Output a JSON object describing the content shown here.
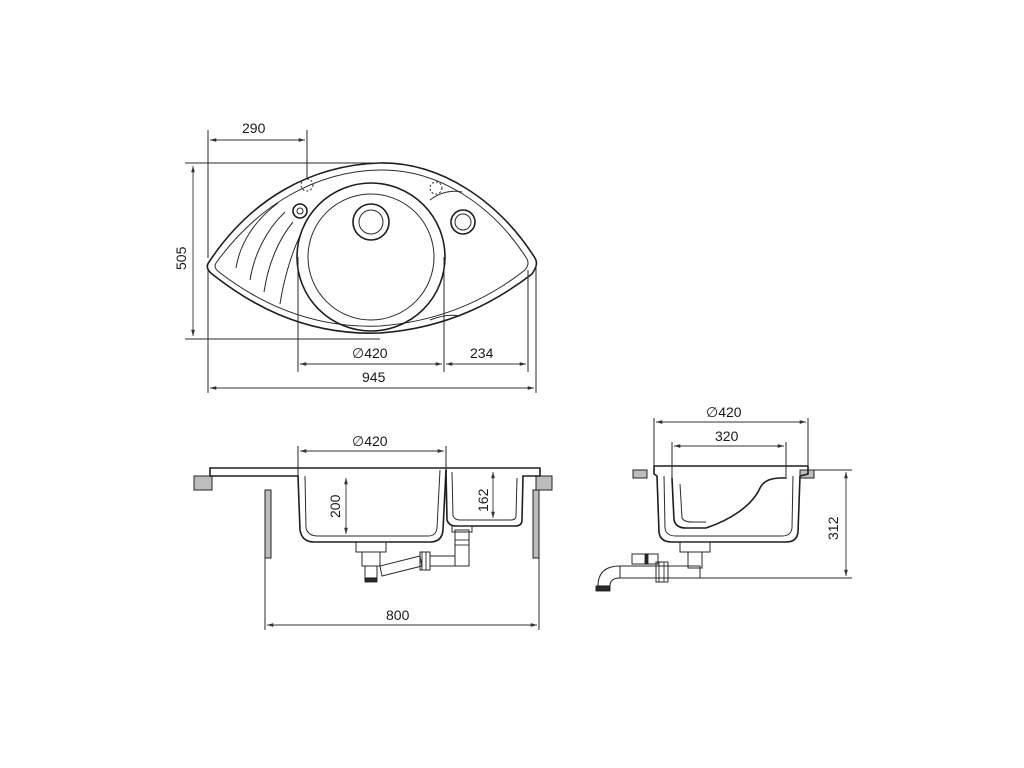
{
  "plan_view": {
    "dim_top_width": "290",
    "dim_height": "505",
    "dim_bowl_diameter": "∅420",
    "dim_drainer_right": "234",
    "dim_total_width": "945"
  },
  "front_section": {
    "dim_bowl_diameter": "∅420",
    "dim_bowl_depth": "200",
    "dim_small_bowl_depth": "162",
    "dim_cabinet_width": "800"
  },
  "side_section": {
    "dim_outer_diameter": "∅420",
    "dim_inner_width": "320",
    "dim_total_height": "312"
  }
}
